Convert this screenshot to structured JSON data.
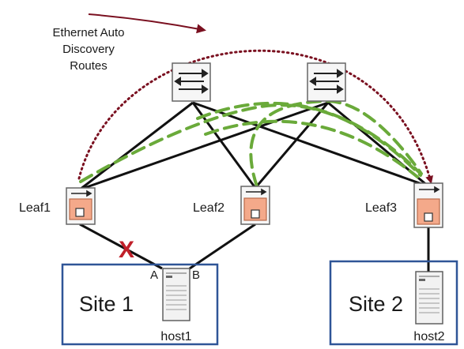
{
  "annotation": {
    "line1": "Ethernet Auto",
    "line2": "Discovery",
    "line3": "Routes"
  },
  "leaves": {
    "leaf1": "Leaf1",
    "leaf2": "Leaf2",
    "leaf3": "Leaf3"
  },
  "sites": {
    "site1": "Site 1",
    "site2": "Site 2"
  },
  "hosts": {
    "host1": "host1",
    "host2": "host2"
  },
  "ports": {
    "a": "A",
    "b": "B"
  },
  "failure_mark": "X",
  "colors": {
    "link": "#111111",
    "green_path": "#6aaa3a",
    "dotted_arrow": "#7a1020",
    "site_box": "#2f5597",
    "failure": "#c0202a",
    "leaf_port": "#f4a98a"
  }
}
